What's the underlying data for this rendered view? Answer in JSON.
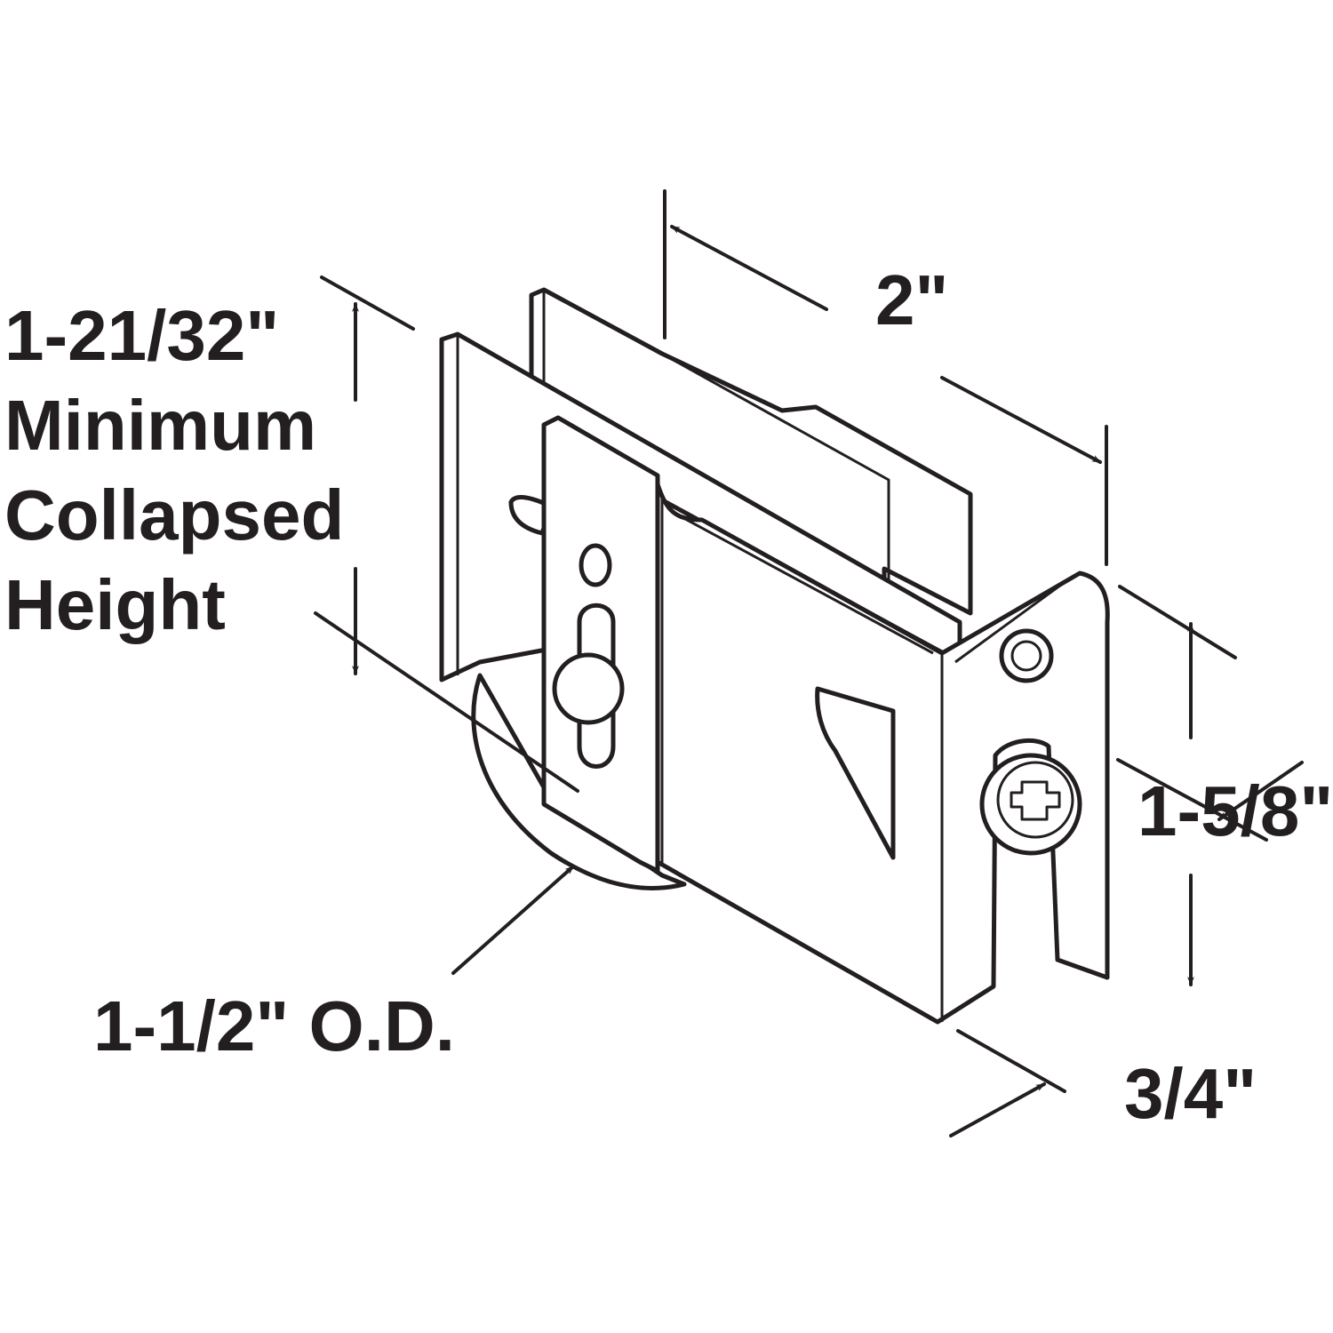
{
  "labels": {
    "collapsed_height_value": "1-21/32\"",
    "collapsed_height_line1": "Minimum",
    "collapsed_height_line2": "Collapsed",
    "collapsed_height_line3": "Height",
    "length": "2\"",
    "height": "1-5/8\"",
    "wheel_diameter": "1-1/2\" O.D.",
    "width": "3/4\""
  },
  "colors": {
    "ink": "#231f20",
    "background": "#ffffff"
  }
}
